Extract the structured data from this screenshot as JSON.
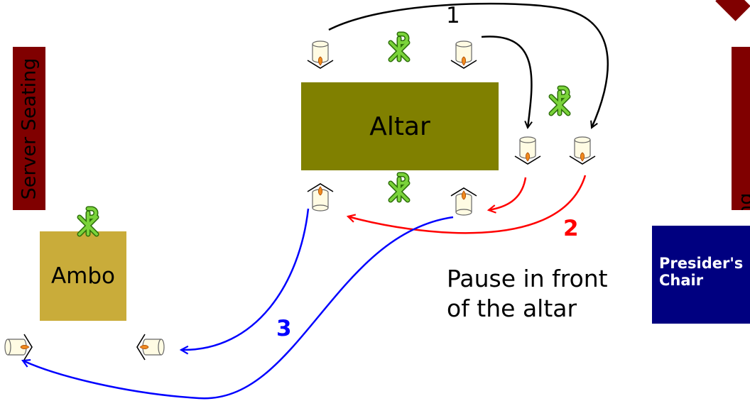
{
  "labels": {
    "altar": "Altar",
    "ambo": "Ambo",
    "server_seating": "Server Seating",
    "presiders_chair": "Presider's\nChair",
    "note": "Pause in front\nof the altar"
  },
  "steps": {
    "step1": "1",
    "step2": "2",
    "step3": "3"
  },
  "colors": {
    "altar": "#808000",
    "ambo": "#c9ac3a",
    "server_seating": "#800000",
    "presiders_chair": "#000080",
    "chi_rho": "#7ad33a",
    "step1_path": "#000000",
    "step2_path": "#ff0000",
    "step3_path": "#0000ff"
  },
  "icons": [
    "candle-icon",
    "chi-rho-icon"
  ]
}
